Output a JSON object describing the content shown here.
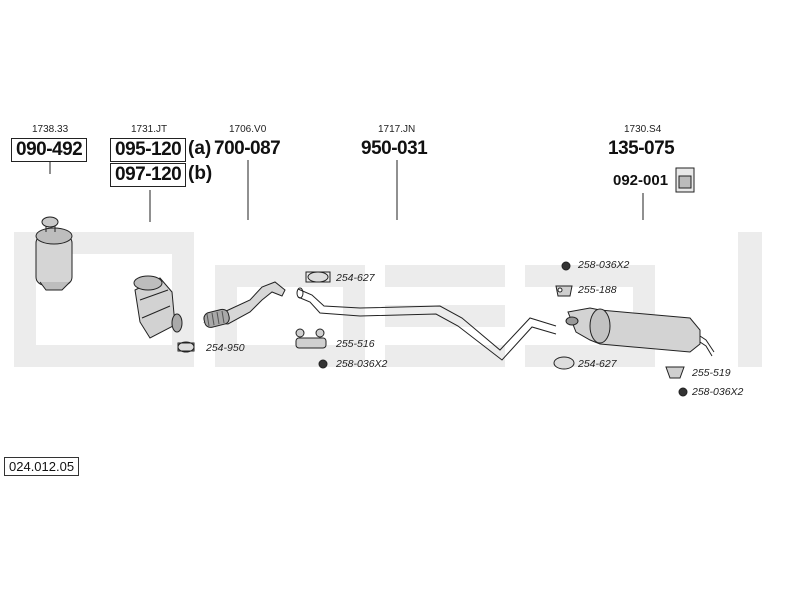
{
  "watermark_text": "bosal",
  "diagram_code": "024.012.05",
  "parts": {
    "catalyst": {
      "oe_ref": "1738.33",
      "number": "090-492"
    },
    "dpf": {
      "oe_ref": "1731.JT",
      "number_a": "095-120",
      "suffix_a": "(a)",
      "number_b": "097-120",
      "suffix_b": "(b)"
    },
    "front_pipe": {
      "oe_ref": "1706.V0",
      "number": "700-087"
    },
    "middle_pipe": {
      "oe_ref": "1717.JN",
      "number": "950-031"
    },
    "rear_silencer": {
      "oe_ref": "1730.S4",
      "number": "135-075",
      "kit_number": "092-001"
    }
  },
  "hardware": {
    "clamp_mid": "254-627",
    "clamp_front": "254-950",
    "hanger_mid": "255-516",
    "rubber_mid": "258-036X2",
    "rubber_rear_top": "258-036X2",
    "hanger_rear_top": "255-188",
    "clamp_rear": "254-627",
    "hanger_rear": "255-519",
    "rubber_rear_bottom": "258-036X2"
  },
  "colors": {
    "watermark": "#ececec",
    "line": "#222222",
    "part_fill": "#d9d9d9",
    "part_dark": "#9a9a9a"
  }
}
